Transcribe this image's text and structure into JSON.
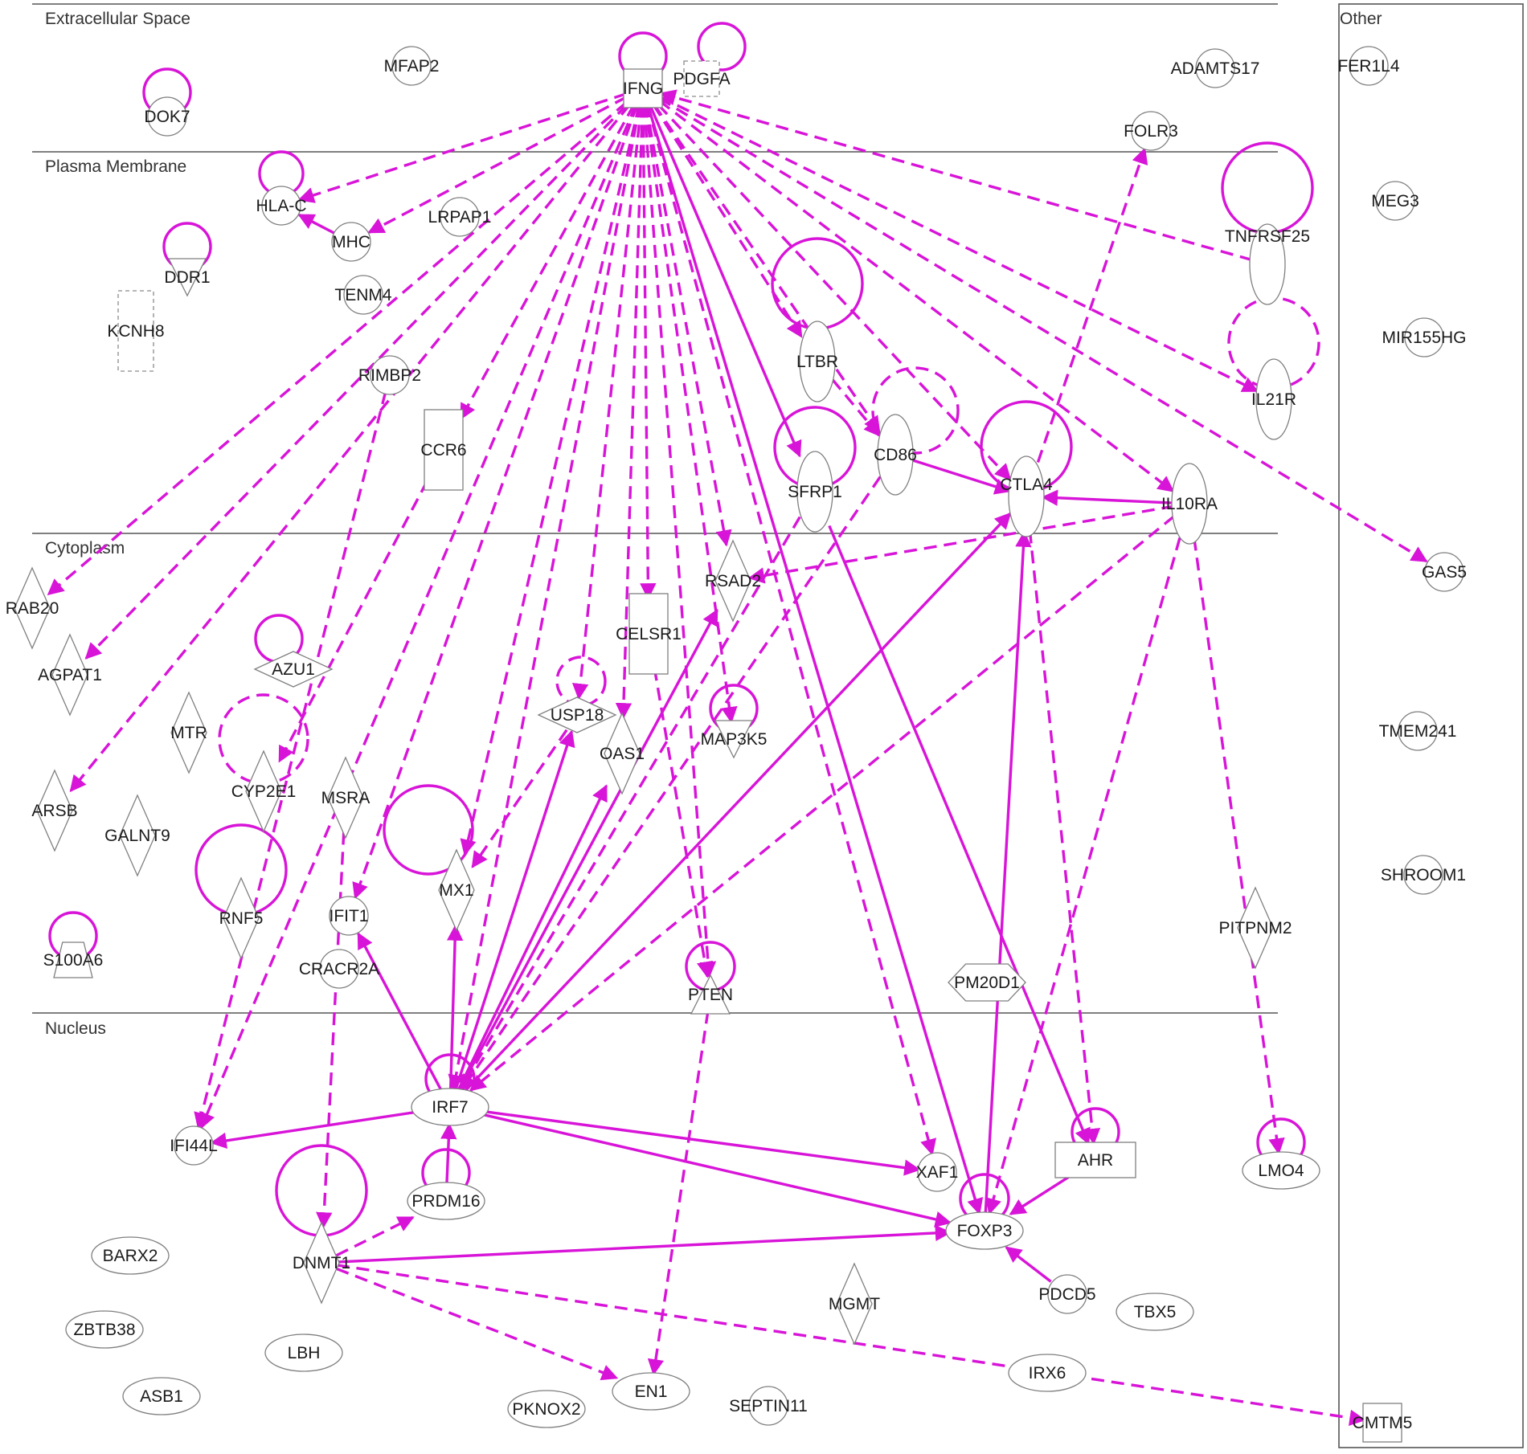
{
  "colors": {
    "edge": "#d814d8",
    "node_stroke": "#7f7f7f",
    "divider": "#555555"
  },
  "regions": {
    "extracellular": "Extracellular Space",
    "membrane": "Plasma Membrane",
    "cytoplasm": "Cytoplasm",
    "nucleus": "Nucleus",
    "other": "Other"
  },
  "nodes": [
    {
      "id": "DOK7",
      "label": "DOK7",
      "shape": "circle"
    },
    {
      "id": "MFAP2",
      "label": "MFAP2",
      "shape": "circle"
    },
    {
      "id": "IFNG",
      "label": "IFNG",
      "shape": "square"
    },
    {
      "id": "PDGFA",
      "label": "PDGFA",
      "shape": "dashsquare"
    },
    {
      "id": "ADAMTS17",
      "label": "ADAMTS17",
      "shape": "circle"
    },
    {
      "id": "FOLR3",
      "label": "FOLR3",
      "shape": "circle"
    },
    {
      "id": "FER1L4",
      "label": "FER1L4",
      "shape": "circle"
    },
    {
      "id": "HLA-C",
      "label": "HLA-C",
      "shape": "circle"
    },
    {
      "id": "MHC",
      "label": "MHC",
      "shape": "circle"
    },
    {
      "id": "LRPAP1",
      "label": "LRPAP1",
      "shape": "circle"
    },
    {
      "id": "DDR1",
      "label": "DDR1",
      "shape": "triangle"
    },
    {
      "id": "TENM4",
      "label": "TENM4",
      "shape": "circle"
    },
    {
      "id": "KCNH8",
      "label": "KCNH8",
      "shape": "dashrect"
    },
    {
      "id": "RIMBP2",
      "label": "RIMBP2",
      "shape": "circle"
    },
    {
      "id": "CCR6",
      "label": "CCR6",
      "shape": "rect"
    },
    {
      "id": "LTBR",
      "label": "LTBR",
      "shape": "vellipse"
    },
    {
      "id": "CD86",
      "label": "CD86",
      "shape": "vellipse"
    },
    {
      "id": "SFRP1",
      "label": "SFRP1",
      "shape": "vellipse"
    },
    {
      "id": "CTLA4",
      "label": "CTLA4",
      "shape": "vellipse"
    },
    {
      "id": "IL10RA",
      "label": "IL10RA",
      "shape": "vellipse"
    },
    {
      "id": "TNFRSF25",
      "label": "TNFRSF25",
      "shape": "vellipse"
    },
    {
      "id": "IL21R",
      "label": "IL21R",
      "shape": "vellipse"
    },
    {
      "id": "MEG3",
      "label": "MEG3",
      "shape": "circle"
    },
    {
      "id": "MIR155HG",
      "label": "MIR155HG",
      "shape": "circle"
    },
    {
      "id": "GAS5",
      "label": "GAS5",
      "shape": "circle"
    },
    {
      "id": "RAB20",
      "label": "RAB20",
      "shape": "diamond"
    },
    {
      "id": "AGPAT1",
      "label": "AGPAT1",
      "shape": "diamond"
    },
    {
      "id": "AZU1",
      "label": "AZU1",
      "shape": "hdiamond"
    },
    {
      "id": "RSAD2",
      "label": "RSAD2",
      "shape": "diamond"
    },
    {
      "id": "CELSR1",
      "label": "CELSR1",
      "shape": "rect"
    },
    {
      "id": "USP18",
      "label": "USP18",
      "shape": "hdiamond"
    },
    {
      "id": "OAS1",
      "label": "OAS1",
      "shape": "diamond"
    },
    {
      "id": "MAP3K5",
      "label": "MAP3K5",
      "shape": "triangle"
    },
    {
      "id": "MTR",
      "label": "MTR",
      "shape": "diamond"
    },
    {
      "id": "CYP2E1",
      "label": "CYP2E1",
      "shape": "diamond"
    },
    {
      "id": "MSRA",
      "label": "MSRA",
      "shape": "diamond"
    },
    {
      "id": "ARSB",
      "label": "ARSB",
      "shape": "diamond"
    },
    {
      "id": "GALNT9",
      "label": "GALNT9",
      "shape": "diamond"
    },
    {
      "id": "MX1",
      "label": "MX1",
      "shape": "diamond"
    },
    {
      "id": "RNF5",
      "label": "RNF5",
      "shape": "diamond"
    },
    {
      "id": "IFIT1",
      "label": "IFIT1",
      "shape": "circle"
    },
    {
      "id": "S100A6",
      "label": "S100A6",
      "shape": "trapezoid"
    },
    {
      "id": "CRACR2A",
      "label": "CRACR2A",
      "shape": "circle"
    },
    {
      "id": "PTEN",
      "label": "PTEN",
      "shape": "uptriangle"
    },
    {
      "id": "PM20D1",
      "label": "PM20D1",
      "shape": "hexagon"
    },
    {
      "id": "PITPNM2",
      "label": "PITPNM2",
      "shape": "diamond"
    },
    {
      "id": "TMEM241",
      "label": "TMEM241",
      "shape": "circle"
    },
    {
      "id": "SHROOM1",
      "label": "SHROOM1",
      "shape": "circle"
    },
    {
      "id": "IRF7",
      "label": "IRF7",
      "shape": "ellipse"
    },
    {
      "id": "IFI44L",
      "label": "IFI44L",
      "shape": "circle"
    },
    {
      "id": "PRDM16",
      "label": "PRDM16",
      "shape": "ellipse"
    },
    {
      "id": "XAF1",
      "label": "XAF1",
      "shape": "circle"
    },
    {
      "id": "AHR",
      "label": "AHR",
      "shape": "rect"
    },
    {
      "id": "LMO4",
      "label": "LMO4",
      "shape": "ellipse"
    },
    {
      "id": "FOXP3",
      "label": "FOXP3",
      "shape": "ellipse"
    },
    {
      "id": "DNMT1",
      "label": "DNMT1",
      "shape": "diamond"
    },
    {
      "id": "BARX2",
      "label": "BARX2",
      "shape": "ellipse"
    },
    {
      "id": "PDCD5",
      "label": "PDCD5",
      "shape": "circle"
    },
    {
      "id": "TBX5",
      "label": "TBX5",
      "shape": "ellipse"
    },
    {
      "id": "MGMT",
      "label": "MGMT",
      "shape": "diamond"
    },
    {
      "id": "ZBTB38",
      "label": "ZBTB38",
      "shape": "ellipse"
    },
    {
      "id": "LBH",
      "label": "LBH",
      "shape": "ellipse"
    },
    {
      "id": "IRX6",
      "label": "IRX6",
      "shape": "ellipse"
    },
    {
      "id": "ASB1",
      "label": "ASB1",
      "shape": "ellipse"
    },
    {
      "id": "PKNOX2",
      "label": "PKNOX2",
      "shape": "ellipse"
    },
    {
      "id": "EN1",
      "label": "EN1",
      "shape": "ellipse"
    },
    {
      "id": "SEPTIN11",
      "label": "SEPTIN11",
      "shape": "circle"
    },
    {
      "id": "CMTM5",
      "label": "CMTM5",
      "shape": "square"
    }
  ],
  "edges": [
    {
      "from": "IFNG",
      "to": "HLA-C",
      "style": "dashed"
    },
    {
      "from": "IFNG",
      "to": "MHC",
      "style": "dashed"
    },
    {
      "from": "IFNG",
      "to": "RAB20",
      "style": "dashed"
    },
    {
      "from": "IFNG",
      "to": "AGPAT1",
      "style": "dashed"
    },
    {
      "from": "IFNG",
      "to": "ARSB",
      "style": "dashed"
    },
    {
      "from": "IFNG",
      "to": "CCR6",
      "style": "dashed"
    },
    {
      "from": "IFNG",
      "to": "IFIT1",
      "style": "dashed"
    },
    {
      "from": "IFNG",
      "to": "IFI44L",
      "style": "dashed"
    },
    {
      "from": "IFNG",
      "to": "MX1",
      "style": "dashed"
    },
    {
      "from": "IFNG",
      "to": "USP18",
      "style": "dashed"
    },
    {
      "from": "IFNG",
      "to": "OAS1",
      "style": "dashed"
    },
    {
      "from": "IFNG",
      "to": "CELSR1",
      "style": "dashed"
    },
    {
      "from": "IFNG",
      "to": "RSAD2",
      "style": "dashed"
    },
    {
      "from": "IFNG",
      "to": "MAP3K5",
      "style": "dashed"
    },
    {
      "from": "IFNG",
      "to": "PTEN",
      "style": "dashed"
    },
    {
      "from": "IFNG",
      "to": "IRF7",
      "style": "dashed"
    },
    {
      "from": "IFNG",
      "to": "LTBR",
      "style": "dashed"
    },
    {
      "from": "IFNG",
      "to": "SFRP1",
      "style": "solid"
    },
    {
      "from": "IFNG",
      "to": "CD86",
      "style": "dashed"
    },
    {
      "from": "IFNG",
      "to": "CTLA4",
      "style": "dashed"
    },
    {
      "from": "IFNG",
      "to": "IL10RA",
      "style": "dashed"
    },
    {
      "from": "IFNG",
      "to": "IL21R",
      "style": "dashed"
    },
    {
      "from": "IFNG",
      "to": "GAS5",
      "style": "dashed"
    },
    {
      "from": "IFNG",
      "to": "XAF1",
      "style": "dashed"
    },
    {
      "from": "IFNG",
      "to": "FOXP3",
      "style": "solid"
    },
    {
      "from": "TNFRSF25",
      "to": "IFNG",
      "style": "dashed"
    },
    {
      "from": "MHC",
      "to": "HLA-C",
      "style": "solid"
    },
    {
      "from": "CCR6",
      "to": "CYP2E1",
      "style": "dashed"
    },
    {
      "from": "LTBR",
      "to": "CD86",
      "style": "dashed"
    },
    {
      "from": "CD86",
      "to": "CTLA4",
      "style": "solid"
    },
    {
      "from": "IL10RA",
      "to": "CTLA4",
      "style": "solid"
    },
    {
      "from": "IL10RA",
      "to": "RSAD2",
      "style": "dashed"
    },
    {
      "from": "IL10RA",
      "to": "IRF7",
      "style": "dashed"
    },
    {
      "from": "IL10RA",
      "to": "FOXP3",
      "style": "dashed"
    },
    {
      "from": "IL10RA",
      "to": "LMO4",
      "style": "dashed"
    },
    {
      "from": "CTLA4",
      "to": "FOLR3",
      "style": "dashed"
    },
    {
      "from": "CTLA4",
      "to": "AHR",
      "style": "dashed"
    },
    {
      "from": "FOXP3",
      "to": "CTLA4",
      "style": "solid"
    },
    {
      "from": "SFRP1",
      "to": "AHR",
      "style": "solid"
    },
    {
      "from": "IRF7",
      "to": "IFIT1",
      "style": "solid"
    },
    {
      "from": "IRF7",
      "to": "IFI44L",
      "style": "solid"
    },
    {
      "from": "IRF7",
      "to": "MX1",
      "style": "solid"
    },
    {
      "from": "IRF7",
      "to": "USP18",
      "style": "solid"
    },
    {
      "from": "IRF7",
      "to": "OAS1",
      "style": "solid"
    },
    {
      "from": "IRF7",
      "to": "RSAD2",
      "style": "solid"
    },
    {
      "from": "IRF7",
      "to": "CTLA4",
      "style": "solid"
    },
    {
      "from": "IRF7",
      "to": "XAF1",
      "style": "solid"
    },
    {
      "from": "IRF7",
      "to": "FOXP3",
      "style": "solid"
    },
    {
      "from": "USP18",
      "to": "MX1",
      "style": "dashed"
    },
    {
      "from": "CELSR1",
      "to": "PTEN",
      "style": "dashed"
    },
    {
      "from": "PTEN",
      "to": "EN1",
      "style": "dashed"
    },
    {
      "from": "CD86",
      "to": "IRF7",
      "style": "dashed"
    },
    {
      "from": "SFRP1",
      "to": "IRF7",
      "style": "dashed"
    },
    {
      "from": "PRDM16",
      "to": "IRF7",
      "style": "solid"
    },
    {
      "from": "DNMT1",
      "to": "PRDM16",
      "style": "dashed"
    },
    {
      "from": "DNMT1",
      "to": "FOXP3",
      "style": "solid"
    },
    {
      "from": "DNMT1",
      "to": "EN1",
      "style": "dashed"
    },
    {
      "from": "DNMT1",
      "to": "CMTM5",
      "style": "dashed"
    },
    {
      "from": "AHR",
      "to": "FOXP3",
      "style": "solid"
    },
    {
      "from": "PDCD5",
      "to": "FOXP3",
      "style": "solid"
    },
    {
      "from": "RIMBP2",
      "to": "IFI44L",
      "style": "dashed"
    },
    {
      "from": "MSRA",
      "to": "DNMT1",
      "style": "dashed"
    }
  ],
  "self_loops": [
    {
      "node": "DOK7",
      "style": "solid"
    },
    {
      "node": "IFNG",
      "style": "solid"
    },
    {
      "node": "PDGFA",
      "style": "solid"
    },
    {
      "node": "HLA-C",
      "style": "solid"
    },
    {
      "node": "DDR1",
      "style": "solid"
    },
    {
      "node": "LTBR",
      "style": "solid"
    },
    {
      "node": "TNFRSF25",
      "style": "solid"
    },
    {
      "node": "IL21R",
      "style": "dashed"
    },
    {
      "node": "CD86",
      "style": "dashed"
    },
    {
      "node": "SFRP1",
      "style": "solid"
    },
    {
      "node": "CTLA4",
      "style": "solid"
    },
    {
      "node": "AZU1",
      "style": "solid"
    },
    {
      "node": "USP18",
      "style": "dashed"
    },
    {
      "node": "MAP3K5",
      "style": "solid"
    },
    {
      "node": "CYP2E1",
      "style": "dashed"
    },
    {
      "node": "MX1",
      "style": "solid"
    },
    {
      "node": "RNF5",
      "style": "solid"
    },
    {
      "node": "S100A6",
      "style": "solid"
    },
    {
      "node": "PTEN",
      "style": "solid"
    },
    {
      "node": "IRF7",
      "style": "solid"
    },
    {
      "node": "PRDM16",
      "style": "solid"
    },
    {
      "node": "DNMT1",
      "style": "solid"
    },
    {
      "node": "AHR",
      "style": "solid"
    },
    {
      "node": "LMO4",
      "style": "solid"
    },
    {
      "node": "FOXP3",
      "style": "solid"
    }
  ]
}
